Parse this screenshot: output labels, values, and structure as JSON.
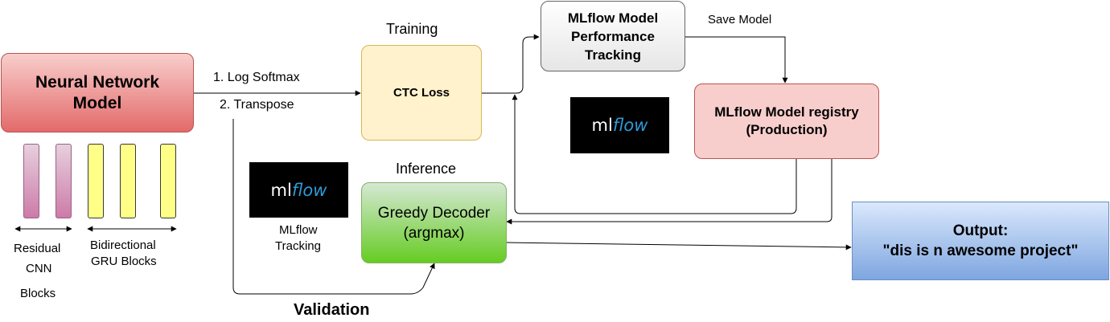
{
  "neural_network": {
    "line1": "Neural Network",
    "line2": "Model"
  },
  "residual_cnn": {
    "line1": "Residual",
    "line2": "CNN",
    "line3": "Blocks"
  },
  "gru": {
    "line1": "Bidirectional",
    "line2": "GRU Blocks"
  },
  "steps": {
    "log_softmax": "1. Log Softmax",
    "transpose": "2. Transpose"
  },
  "training": {
    "title": "Training",
    "ctc_loss": "CTC Loss"
  },
  "inference": {
    "title": "Inference",
    "line1": "Greedy Decoder",
    "line2": "(argmax)"
  },
  "performance": {
    "line1": "MLflow Model",
    "line2": "Performance",
    "line3": "Tracking"
  },
  "save_model": "Save Model",
  "registry": {
    "line1": "MLflow Model registry",
    "line2": "(Production)"
  },
  "mlflow_logo": {
    "ml": "ml",
    "flow": "flow"
  },
  "mlflow_tracking": {
    "line1": "MLflow",
    "line2": "Tracking"
  },
  "output": {
    "line1": "Output:",
    "line2": "\"dis is n awesome project\""
  },
  "validation": "Validation",
  "colors": {
    "nn_fill": "#e36a6a",
    "ctc_fill": "#fff2cc",
    "perf_fill": "#f5f5f5",
    "registry_fill": "#f8cecc",
    "decoder_fill": "#6fcf3a",
    "output_fill": "#7ea6e0",
    "cnn_block": "#d16c9f",
    "gru_block": "#ffff88",
    "mlflow_blue": "#2e9ad9"
  }
}
